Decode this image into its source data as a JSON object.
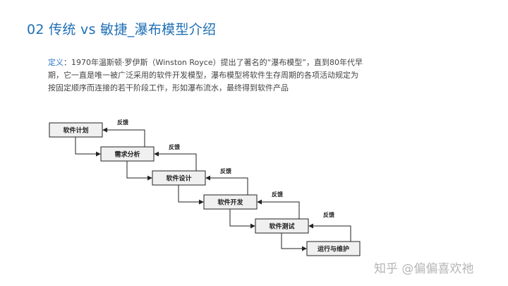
{
  "header": {
    "title": "02 传统 vs 敏捷_瀑布模型介绍"
  },
  "intro": {
    "term": "定义",
    "colon": "：",
    "text": "1970年温斯顿·罗伊斯（Winston Royce）提出了著名的“瀑布模型”，直到80年代早期，它一直是唯一被广泛采用的软件开发模型，瀑布模型将软件生存周期的各项活动规定为按固定顺序而连接的若干阶段工作，形如瀑布流水，最终得到软件产品"
  },
  "diagram": {
    "stages": [
      {
        "label": "软件计划"
      },
      {
        "label": "需求分析"
      },
      {
        "label": "软件设计"
      },
      {
        "label": "软件开发"
      },
      {
        "label": "软件测试"
      },
      {
        "label": "运行与维护"
      }
    ],
    "feedback_label": "反馈",
    "colors": {
      "box_fill": "#f0f0f0",
      "stroke": "#222222"
    }
  },
  "watermark": {
    "text": "知乎 @偏偏喜欢祂"
  }
}
